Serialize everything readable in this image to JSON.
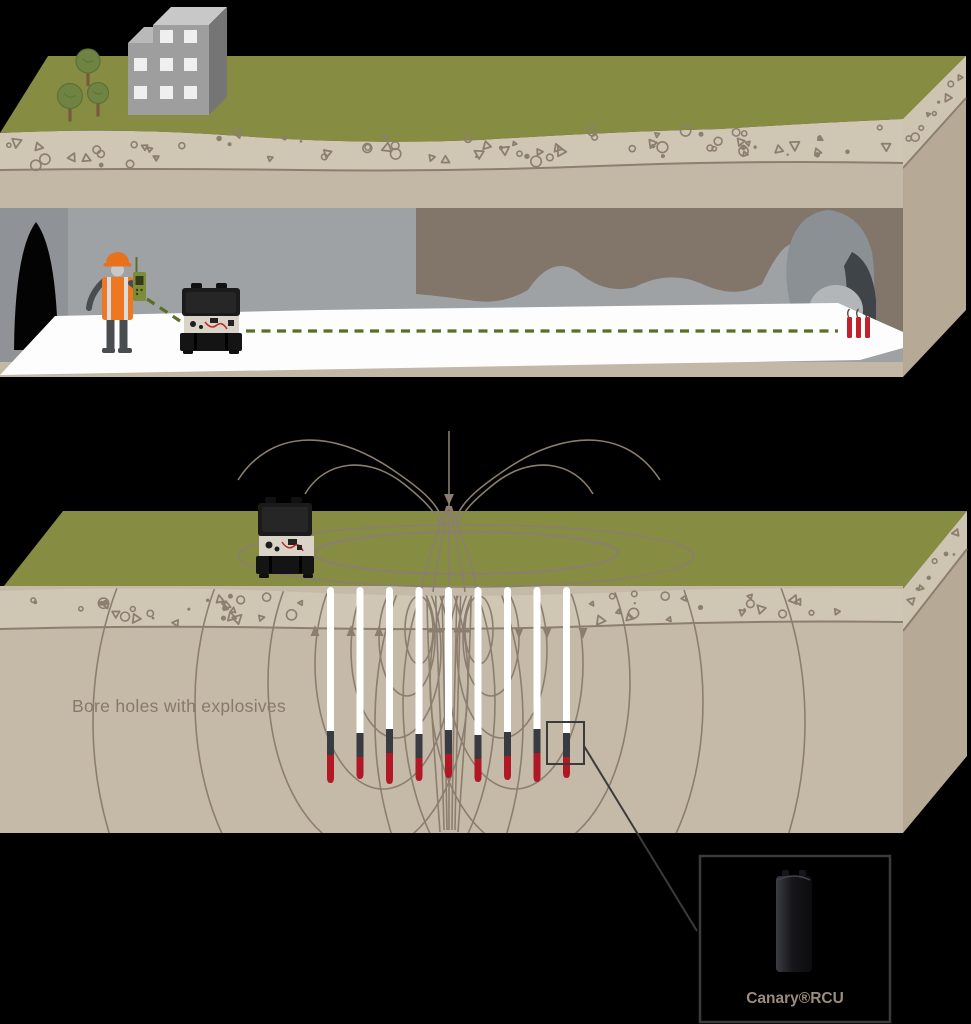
{
  "diagram": {
    "type": "technical-illustration",
    "background_color": "#000000",
    "top_scene": {
      "name": "remote-detonation-in-tunnel",
      "tree_count": 3,
      "building_window_columns": [
        2,
        3,
        3
      ],
      "explosive_stick_count": 3
    },
    "bottom_scene": {
      "name": "bore-field-with-transmitter",
      "label": "Bore holes with explosives",
      "bore_hole_count": 9,
      "marked_bore_hole_index": 8
    },
    "callout": {
      "label": "Canary®RCU"
    },
    "palette": {
      "grass": "#868C41",
      "gravel": "#D0C6B4",
      "gravel_side": "#CEC4B2",
      "stone": "#8C7F70",
      "rock_face": "#C3B7A5",
      "rock_face_lower": "#C5B9A7",
      "side_face": "#B6A995",
      "tunnel_wall": "#9EA2A5",
      "tunnel_wall_dark": "#8F9296",
      "tunnel_rock": "#82756A",
      "floor": "#FDFDFD",
      "signal_line": "#5A6E28",
      "explosive_red": "#C2202C",
      "bore_hole_red": "#B01825",
      "bore_hole_dark": "#383C42",
      "bore_hole_white": "#FFFFFF",
      "field_line": "#8B7E6F",
      "label_text": "#87796C",
      "callout_line": "#3B3B3B",
      "callout_text": "#9C8C7B",
      "tree_green": "#6F8343",
      "trunk_brown": "#7A5A3C",
      "building_front": "#9E9E9E",
      "building_side": "#757575",
      "building_roof": "#C8C8C8",
      "window_white": "#EFEFEF",
      "vest_orange": "#EE7722",
      "helmet_orange": "#E8711C",
      "worker_dark": "#4A4D50",
      "radio_green": "#7E8C3A",
      "case_black": "#161616",
      "case_panel": "#D9D4C7"
    }
  }
}
